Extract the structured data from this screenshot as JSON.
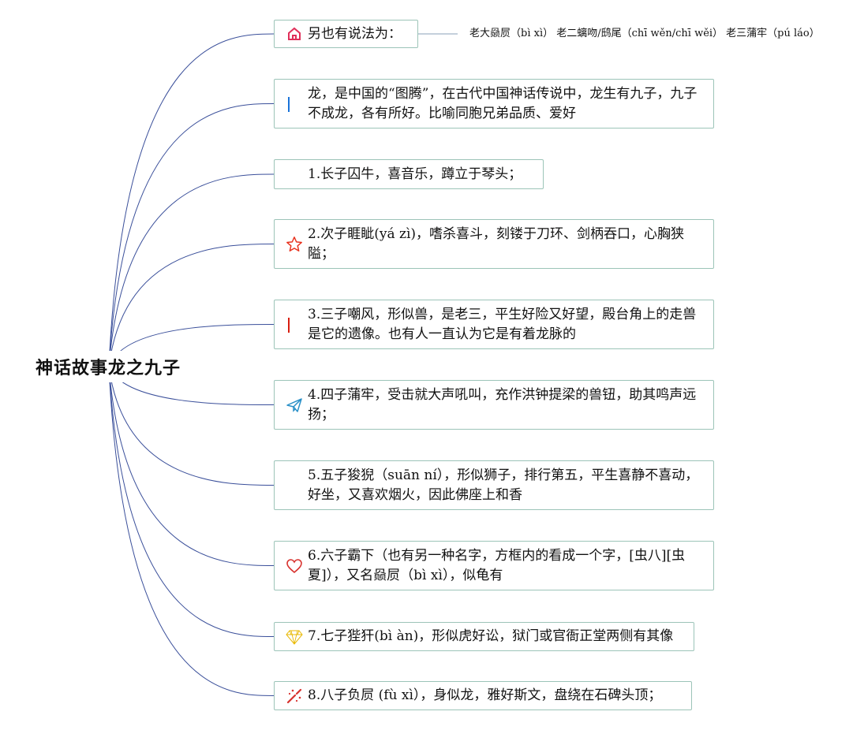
{
  "root": {
    "label": "神话故事龙之九子"
  },
  "aside": {
    "label": "老大赑屃（bì xì）  老二螭吻/鸱尾（chī wěn/chī wěi）  老三蒲牢（pú láo）"
  },
  "nodes": [
    {
      "text": "另也有说法为：",
      "icon": "house-icon"
    },
    {
      "text": "龙，是中国的“图腾”，在古代中国神话传说中，龙生有九子，九子不成龙，各有所好。比喻同胞兄弟品质、爱好",
      "icon": "blue-flag-icon"
    },
    {
      "text": "1.长子囚牛，喜音乐，蹲立于琴头；",
      "icon": "fire-icon"
    },
    {
      "text": "2.次子睚眦(yá zì)，嗜杀喜斗，刻镂于刀环、剑柄吞口，心胸狭隘；",
      "icon": "star-icon"
    },
    {
      "text": "3.三子嘲风，形似兽，是老三，平生好险又好望，殿台角上的走兽是它的遗像。也有人一直认为它是有着龙脉的",
      "icon": "red-flag-icon"
    },
    {
      "text": "4.四子蒲牢，受击就大声吼叫，充作洪钟提梁的兽钮，助其鸣声远扬；",
      "icon": "paper-plane-icon"
    },
    {
      "text": "5.五子狻猊（suān ní），形似狮子，排行第五，平生喜静不喜动，好坐，又喜欢烟火，因此佛座上和香",
      "icon": "fire-icon"
    },
    {
      "text": "6.六子霸下（也有另一种名字，方框内的看成一个字，[虫八][虫夏]），又名赑屃（bì xì），似龟有",
      "icon": "heart-icon"
    },
    {
      "text": "7.七子狴犴(bì àn)，形似虎好讼，狱门或官衙正堂两侧有其像",
      "icon": "diamond-icon"
    },
    {
      "text": "8.八子负屃 (fù xì），身似龙，雅好斯文，盘绕在石碑头顶；",
      "icon": "magic-wand-icon"
    }
  ],
  "colors": {
    "link": "#3a4f9a",
    "border": "#9cc4b8",
    "aside_link": "#8aa0b8"
  }
}
